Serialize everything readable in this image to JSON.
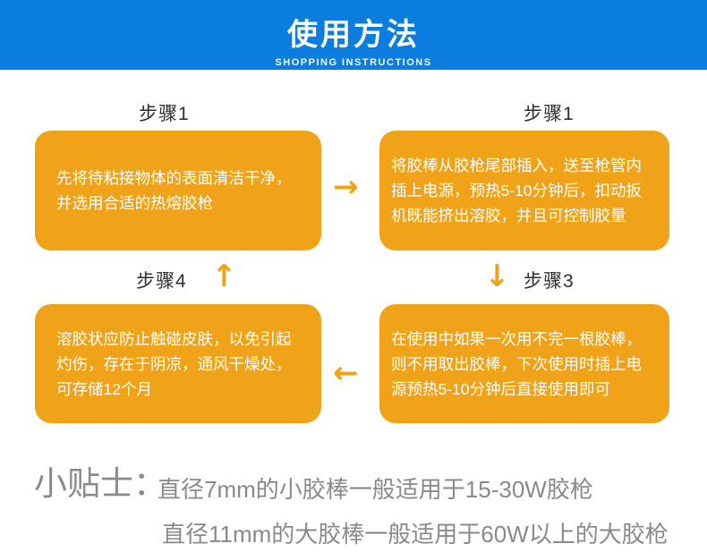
{
  "header": {
    "title": "使用方法",
    "subtitle": "SHOPPING INSTRUCTIONS"
  },
  "steps": [
    {
      "label": "步骤1",
      "text": "先将待粘接物体的表面清洁干净，\n并选用合适的热熔胶枪"
    },
    {
      "label": "步骤1",
      "text": "将胶棒从胶枪尾部插入，送至枪管内\n插上电源，预热5-10分钟后，扣动扳\n机既能挤出溶胶，并且可控制胶量"
    },
    {
      "label": "步骤3",
      "text": "在使用中如果一次用不完一根胶棒，\n则不用取出胶棒，下次使用时插上电\n源预热5-10分钟后直接使用即可"
    },
    {
      "label": "步骤4",
      "text": "溶胶状应防止触碰皮肤，以免引起\n灼伤，存在于阴凉，通风干燥处，\n可存储12个月"
    }
  ],
  "arrows": {
    "right": "→",
    "down": "↓",
    "left": "←",
    "up": "↑"
  },
  "tips": {
    "label": "小贴士：",
    "line1": "直径7mm的小胶棒一般适用于15-30W胶枪",
    "line2": "直径11mm的大胶棒一般适用于60W以上的大胶枪"
  },
  "colors": {
    "banner_blue": "#0b7dde",
    "box_orange": "#f0a318",
    "tip_gray": "#8a8a8a"
  }
}
